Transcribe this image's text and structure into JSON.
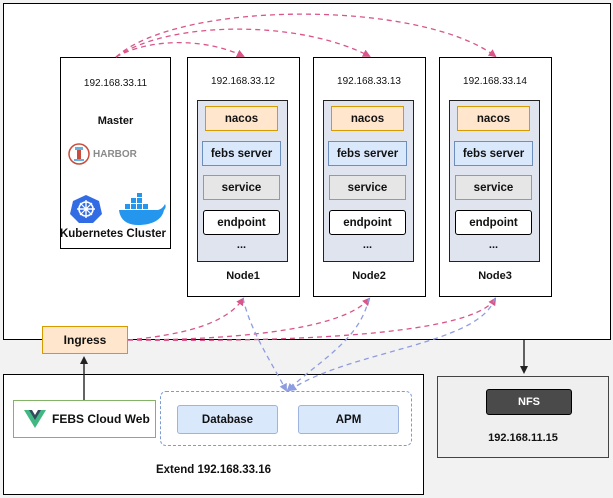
{
  "master": {
    "ip": "192.168.33.11",
    "title": "Master",
    "harbor_label": "HARBOR",
    "cluster_label": "Kubernetes Cluster"
  },
  "nodes": [
    {
      "ip": "192.168.33.12",
      "nacos": "nacos",
      "febs": "febs server",
      "service": "service",
      "endpoint": "endpoint",
      "dots": "...",
      "name": "Node1"
    },
    {
      "ip": "192.168.33.13",
      "nacos": "nacos",
      "febs": "febs server",
      "service": "service",
      "endpoint": "endpoint",
      "dots": "...",
      "name": "Node2"
    },
    {
      "ip": "192.168.33.14",
      "nacos": "nacos",
      "febs": "febs server",
      "service": "service",
      "endpoint": "endpoint",
      "dots": "...",
      "name": "Node3"
    }
  ],
  "ingress": {
    "label": "Ingress"
  },
  "extend": {
    "febs_web": "FEBS Cloud Web",
    "database": "Database",
    "apm": "APM",
    "label": "Extend 192.168.33.16"
  },
  "nfs": {
    "label": "NFS",
    "ip": "192.168.11.15"
  },
  "colors": {
    "pink_arrow": "#d9558a",
    "blue_arrow": "#8e9ce0",
    "nacos_fill": "#ffe6cc",
    "febs_fill": "#dae8fc"
  }
}
